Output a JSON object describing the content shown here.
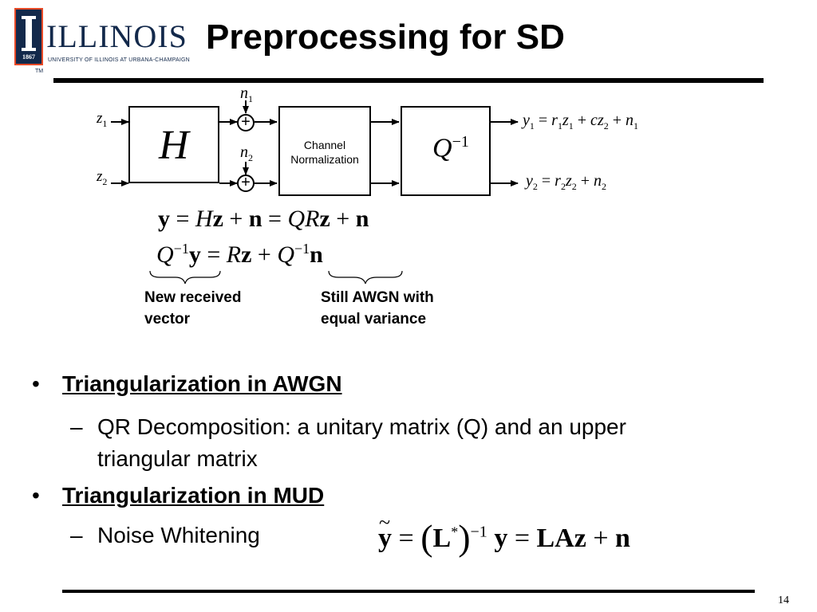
{
  "logo": {
    "year": "1867",
    "wordmark": "ILLINOIS",
    "subtitle": "UNIVERSITY OF ILLINOIS AT URBANA-CHAMPAIGN",
    "tm": "TM",
    "colors": {
      "navy": "#13294b",
      "orange": "#e84a27"
    }
  },
  "title": "Preprocessing for SD",
  "diagram": {
    "z1": "z",
    "z1_sub": "1",
    "z2": "z",
    "z2_sub": "2",
    "H": "H",
    "n1": "n",
    "n1_sub": "1",
    "n2": "n",
    "n2_sub": "2",
    "adder_symbol": "+",
    "channel_norm_line1": "Channel",
    "channel_norm_line2": "Normalization",
    "Q": "Q",
    "Q_exp": "−1",
    "y1_eq": {
      "y": "y",
      "y_sub": "1",
      "eq": "=",
      "r": "r",
      "r_sub": "1",
      "z": "z",
      "z_sub": "1",
      "plus1": "+",
      "c": "c",
      "cz": "z",
      "cz_sub": "2",
      "plus2": "+",
      "n": "n",
      "n_sub": "1"
    },
    "y2_eq": {
      "y": "y",
      "y_sub": "2",
      "eq": "=",
      "r": "r",
      "r_sub": "2",
      "z": "z",
      "z_sub": "2",
      "plus": "+",
      "n": "n",
      "n_sub": "2"
    }
  },
  "equations": {
    "eq1": {
      "y": "y",
      "eq1": "=",
      "Hz_H": "H",
      "Hz_z": "z",
      "plus1": "+",
      "n1": "n",
      "eq2": "=",
      "QR": "QR",
      "z": "z",
      "plus2": "+",
      "n2": "n"
    },
    "eq2": {
      "Q": "Q",
      "exp": "−1",
      "y": "y",
      "eq": "=",
      "R": "R",
      "z": "z",
      "plus": "+",
      "Q2": "Q",
      "exp2": "−1",
      "n": "n"
    }
  },
  "notes": {
    "left_line1": "New received",
    "left_line2": "vector",
    "right_line1": "Still AWGN with",
    "right_line2": "equal variance"
  },
  "bullets": {
    "b1_dot": "•",
    "b1": "Triangularization in AWGN",
    "b1_sub_dash": "–",
    "b1_sub_line1": "QR Decomposition: a unitary matrix (Q) and an upper",
    "b1_sub_line2": "triangular matrix",
    "b2_dot": "•",
    "b2": "Triangularization in MUD",
    "b2_sub_dash": "–",
    "b2_sub": "Noise Whitening"
  },
  "whitening_eq": {
    "ytilde": "y",
    "tilde": "~",
    "eq1": "=",
    "L": "L",
    "star": "*",
    "exp": "−1",
    "y": "y",
    "eq2": "=",
    "LAz": "LAz",
    "plus": "+",
    "n": "n"
  },
  "page_number": "14"
}
